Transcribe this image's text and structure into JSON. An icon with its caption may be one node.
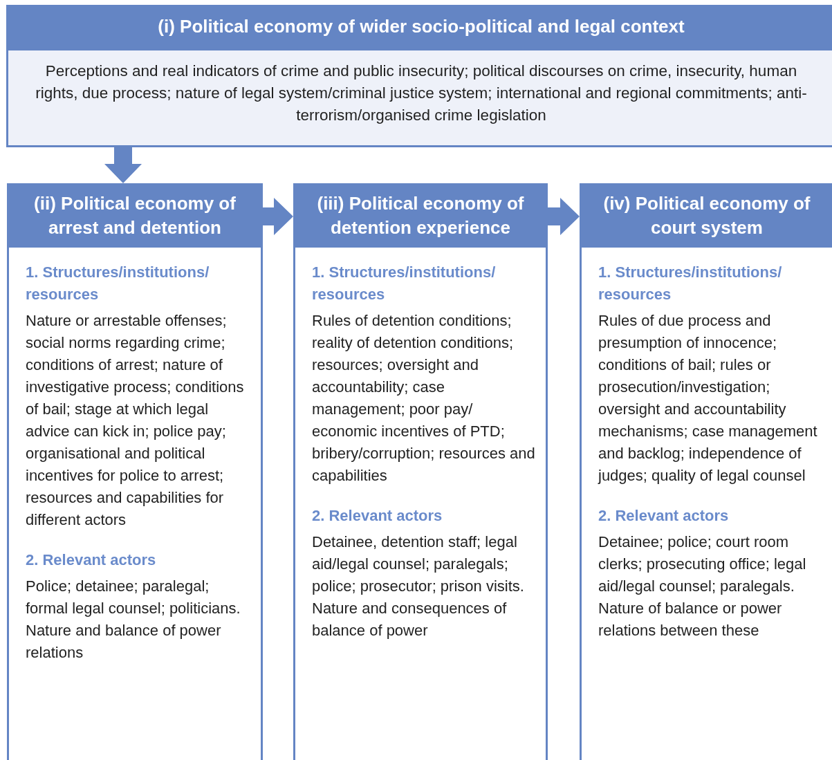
{
  "diagram": {
    "nodes": [
      {
        "text": [
          "(i) Political economy of wider socio-political and legal context",
          "Perceptions and real indicators of crime and public insecurity; political discourses on crime, insecurity, human rights, due process; nature of legal system/criminal justice system; international and regional commitments; anti-terrorism/organised crime legislation"
        ]
      },
      {
        "text": [
          "(ii) Political economy of arrest and detention",
          "1. Structures/institutions/ resources",
          "Nature or arrestable offenses; social norms regarding crime; conditions of arrest; nature of investigative process; conditions of bail; stage at which legal advice can kick in; police pay; organisational and political incentives for police to arrest; resources and capabilities for different actors",
          "2. Relevant actors",
          "Police; detainee; paralegal; formal legal counsel; politicians. Nature and balance of power relations"
        ]
      },
      {
        "text": [
          "(iii) Political economy of detention experience",
          "1. Structures/institutions/ resources",
          "Rules of detention conditions; reality of detention conditions; resources; oversight and accountability; case management; poor pay/ economic incentives of PTD; bribery/corruption; resources and capabilities",
          "2. Relevant actors",
          "Detainee, detention staff; legal aid/legal counsel; paralegals; police; prosecutor; prison visits. Nature and consequences of balance of power"
        ]
      },
      {
        "text": [
          "(iv) Political economy of court system",
          "1. Structures/institutions/ resources",
          "Rules of due process and presumption of innocence; conditions of bail; rules or prosecution/investigation; oversight and accountability mechanisms; case management and backlog; independence of judges; quality of legal counsel",
          "2. Relevant actors",
          "Detainee; police; court room clerks; prosecuting office; legal aid/legal counsel; paralegals. Nature of balance or power relations between these"
        ]
      }
    ],
    "edges": [
      {
        "from": 0,
        "to": 1,
        "arrow": "to"
      },
      {
        "from": 1,
        "to": 2,
        "arrow": "to"
      },
      {
        "from": 2,
        "to": 3,
        "arrow": "to"
      }
    ]
  }
}
